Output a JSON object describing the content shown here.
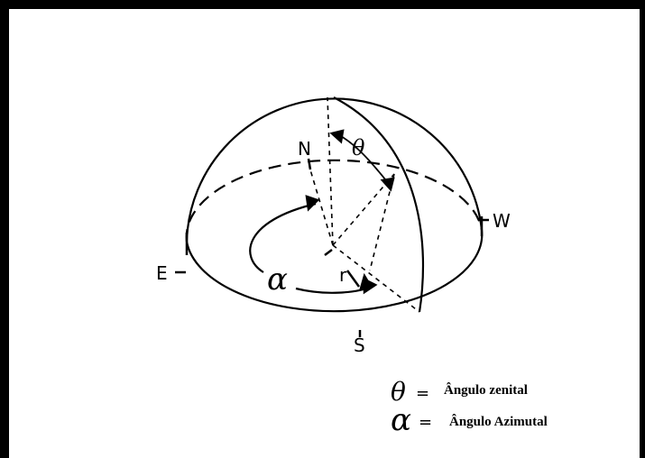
{
  "diagram": {
    "labels": {
      "north": "N",
      "south": "S",
      "east": "E",
      "west": "W",
      "theta": "θ",
      "alpha": "α",
      "radius": "r"
    },
    "legend": [
      {
        "symbol": "θ",
        "equals": "=",
        "text": "Ângulo zenital"
      },
      {
        "symbol": "α",
        "equals": "=",
        "text": "Ângulo Azimutal"
      }
    ]
  }
}
